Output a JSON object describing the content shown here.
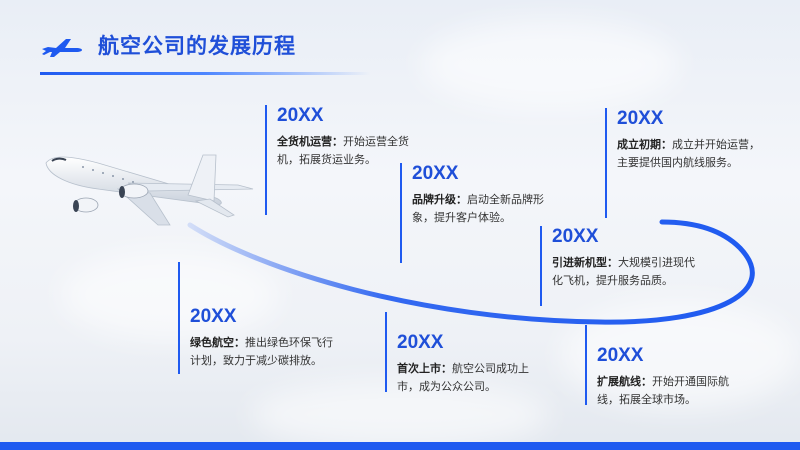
{
  "header": {
    "title": "航空公司的发展历程"
  },
  "timeline": [
    {
      "year": "20XX",
      "label": "全货机运营：",
      "text": "开始运营全货机，拓展货运业务。"
    },
    {
      "year": "20XX",
      "label": "成立初期：",
      "text": "成立并开始运营，主要提供国内航线服务。"
    },
    {
      "year": "20XX",
      "label": "品牌升级：",
      "text": "启动全新品牌形象，提升客户体验。"
    },
    {
      "year": "20XX",
      "label": "引进新机型：",
      "text": "大规模引进现代化飞机，提升服务品质。"
    },
    {
      "year": "20XX",
      "label": "绿色航空：",
      "text": "推出绿色环保飞行计划，致力于减少碳排放。"
    },
    {
      "year": "20XX",
      "label": "首次上市：",
      "text": "航空公司成功上市，成为公众公司。"
    },
    {
      "year": "20XX",
      "label": "扩展航线：",
      "text": "开始开通国际航线，拓展全球市场。"
    }
  ],
  "colors": {
    "accent": "#1f5af0",
    "title": "#1f4fd8"
  },
  "icons": {
    "title_icon": "airplane-icon",
    "hero": "airplane-illustration"
  }
}
